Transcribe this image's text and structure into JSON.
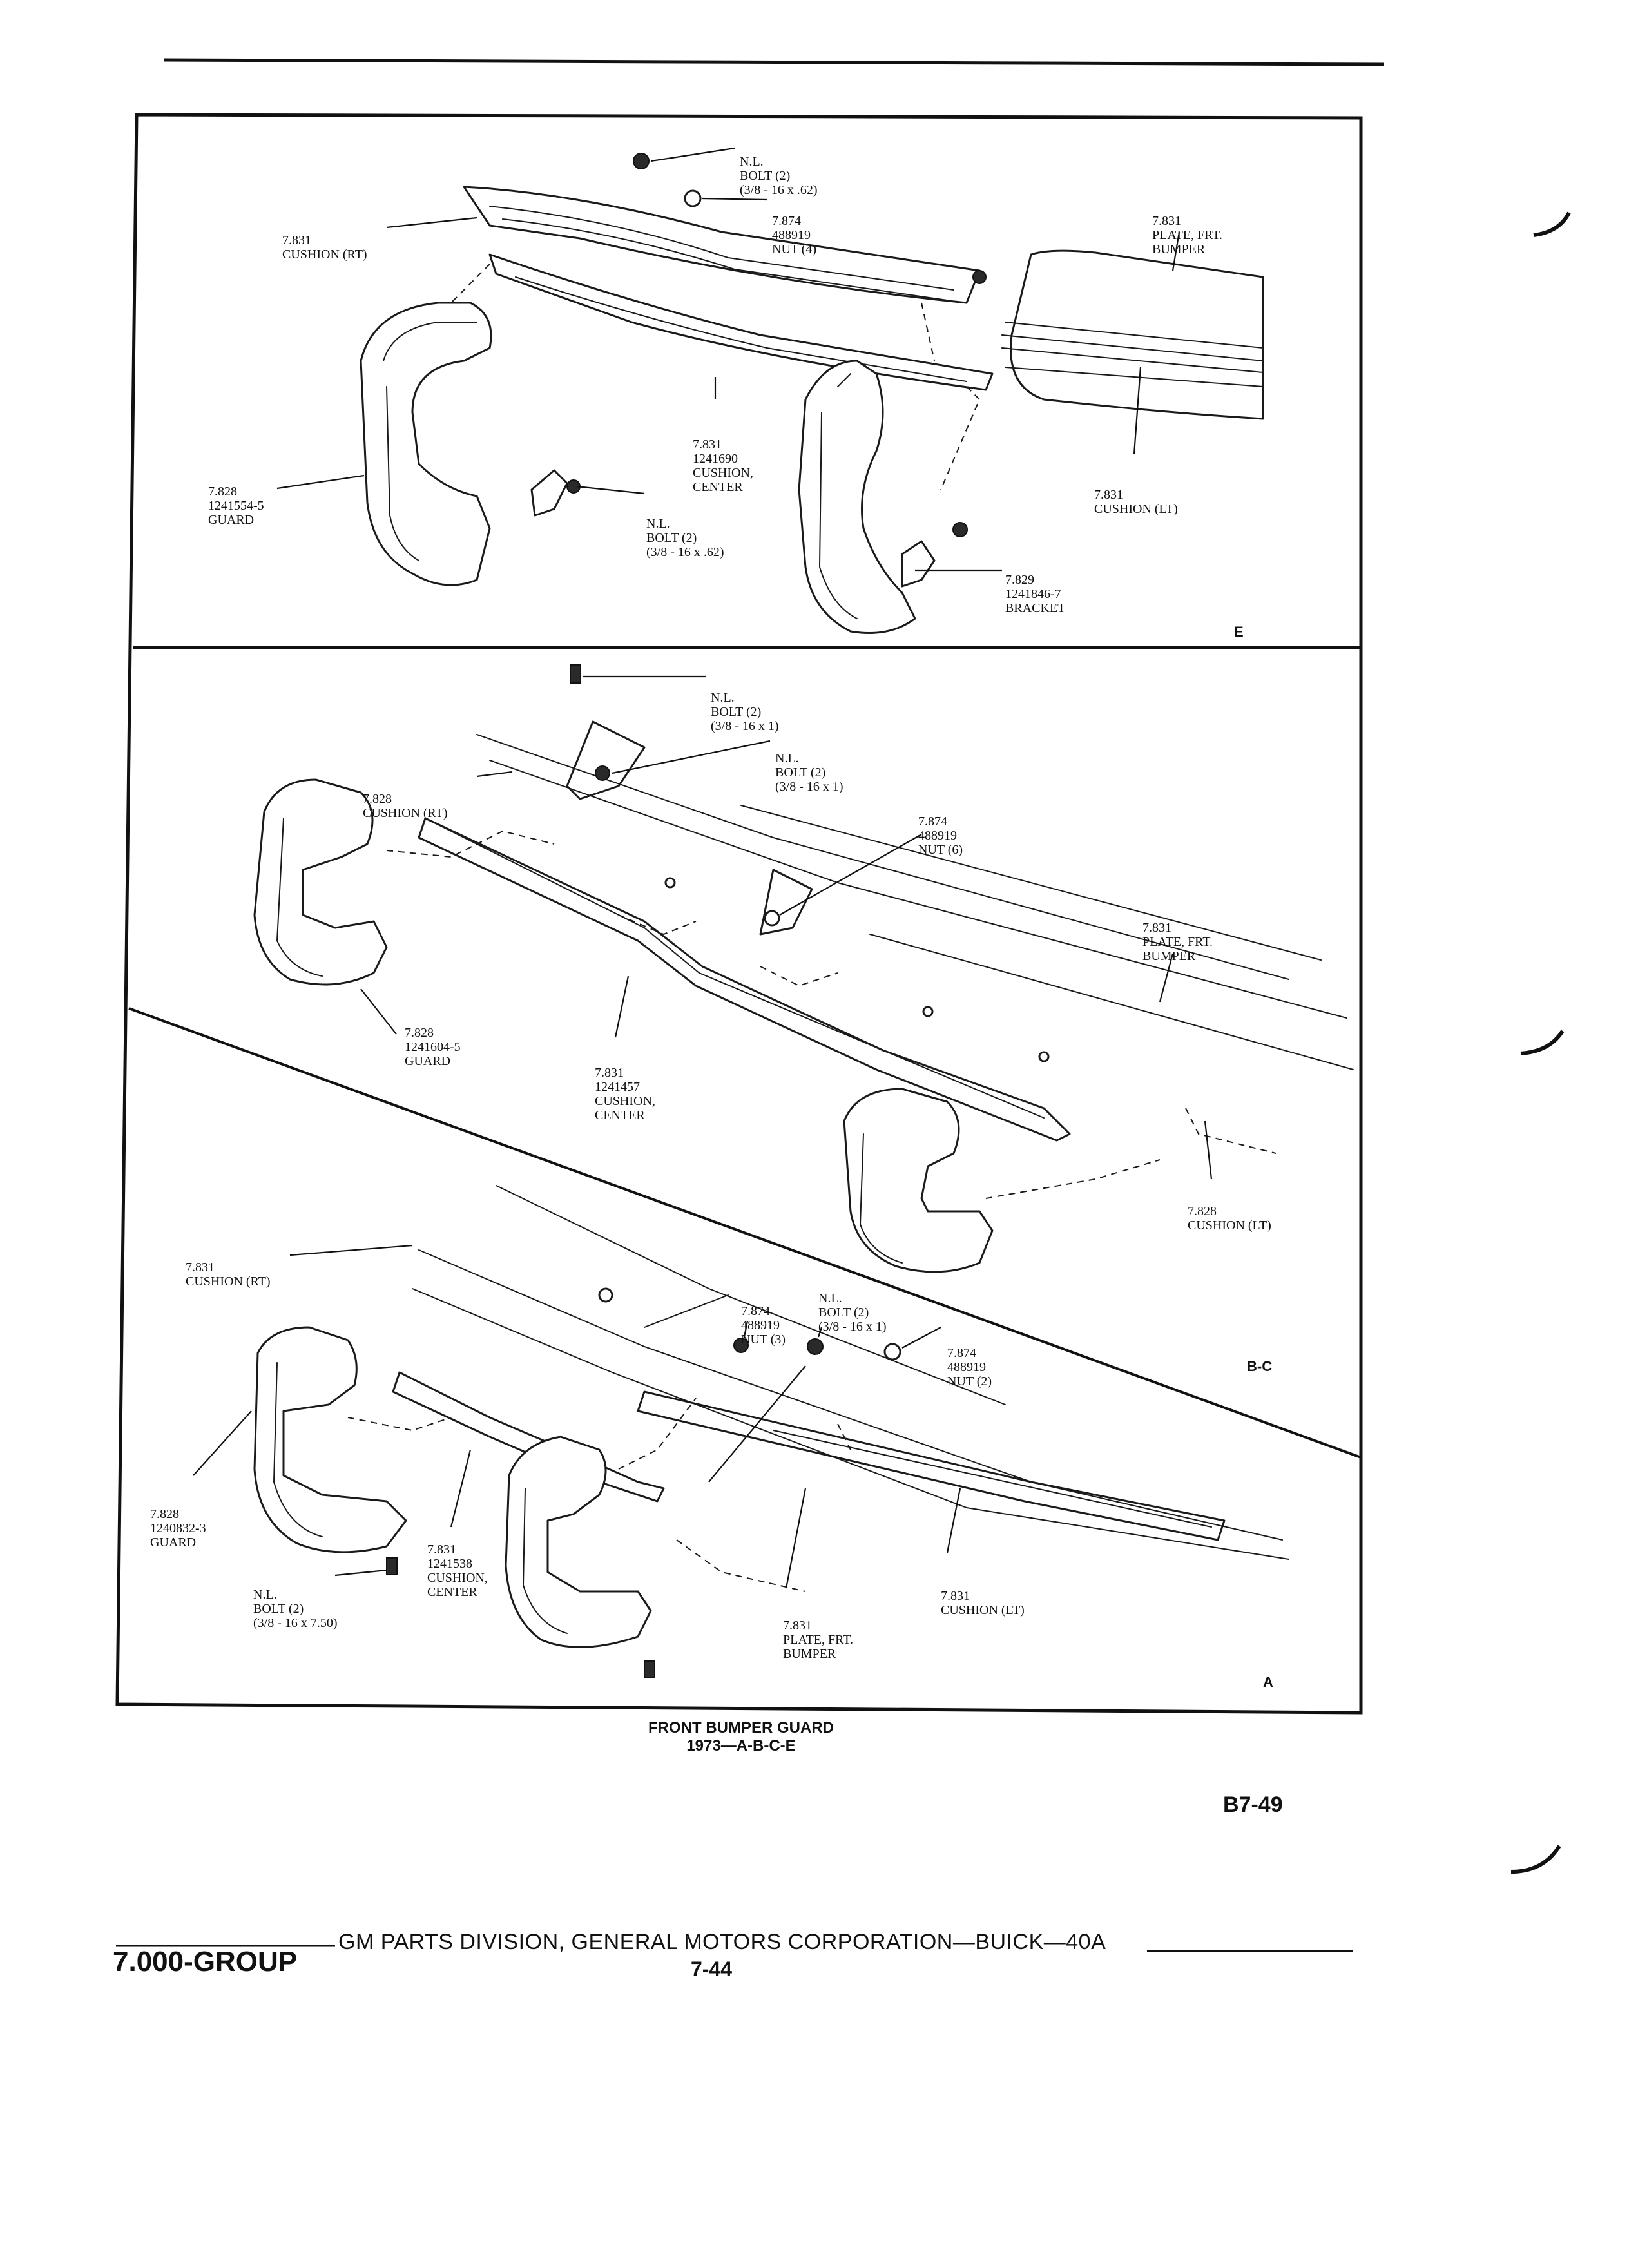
{
  "panel_e": {
    "letter": "E",
    "labels": {
      "bolt_top": [
        "N.L.",
        "BOLT (2)",
        "(3/8 - 16 x .62)"
      ],
      "nut": [
        "7.874",
        "488919",
        "NUT (4)"
      ],
      "cushion_rt": [
        "7.831",
        "CUSHION (RT)"
      ],
      "plate": [
        "7.831",
        "PLATE, FRT.",
        "BUMPER"
      ],
      "cushion_center": [
        "7.831",
        "1241690",
        "CUSHION,",
        "CENTER"
      ],
      "guard": [
        "7.828",
        "1241554-5",
        "GUARD"
      ],
      "bolt_mid": [
        "N.L.",
        "BOLT (2)",
        "(3/8 - 16 x .62)"
      ],
      "cushion_lt": [
        "7.831",
        "CUSHION (LT)"
      ],
      "bracket": [
        "7.829",
        "1241846-7",
        "BRACKET"
      ]
    }
  },
  "panel_bc": {
    "letter": "B-C",
    "labels": {
      "bolt_top": [
        "N.L.",
        "BOLT (2)",
        "(3/8 - 16 x 1)"
      ],
      "bolt_second": [
        "N.L.",
        "BOLT (2)",
        "(3/8 - 16 x 1)"
      ],
      "cushion_rt": [
        "7.828",
        "CUSHION (RT)"
      ],
      "nut": [
        "7.874",
        "488919",
        "NUT (6)"
      ],
      "plate": [
        "7.831",
        "PLATE, FRT.",
        "BUMPER"
      ],
      "guard": [
        "7.828",
        "1241604-5",
        "GUARD"
      ],
      "cushion_center": [
        "7.831",
        "1241457",
        "CUSHION,",
        "CENTER"
      ],
      "cushion_lt": [
        "7.828",
        "CUSHION (LT)"
      ]
    }
  },
  "panel_a": {
    "letter": "A",
    "labels": {
      "cushion_rt": [
        "7.831",
        "CUSHION (RT)"
      ],
      "nut_left": [
        "7.874",
        "488919",
        "NUT (3)"
      ],
      "bolt_top": [
        "N.L.",
        "BOLT (2)",
        "(3/8 - 16 x 1)"
      ],
      "nut_right": [
        "7.874",
        "488919",
        "NUT (2)"
      ],
      "guard": [
        "7.828",
        "1240832-3",
        "GUARD"
      ],
      "cushion_center": [
        "7.831",
        "1241538",
        "CUSHION,",
        "CENTER"
      ],
      "bolt_bottom": [
        "N.L.",
        "BOLT (2)",
        "(3/8 - 16 x 7.50)"
      ],
      "plate": [
        "7.831",
        "PLATE, FRT.",
        "BUMPER"
      ],
      "cushion_lt": [
        "7.831",
        "CUSHION (LT)"
      ]
    }
  },
  "caption": {
    "title": "FRONT BUMPER GUARD",
    "subtitle": "1973—A-B-C-E"
  },
  "page_code": "B7-49",
  "footer": {
    "group": "7.000-GROUP",
    "publisher": "GM PARTS DIVISION,  GENERAL MOTORS CORPORATION—BUICK—40A",
    "page_number": "7-44"
  }
}
